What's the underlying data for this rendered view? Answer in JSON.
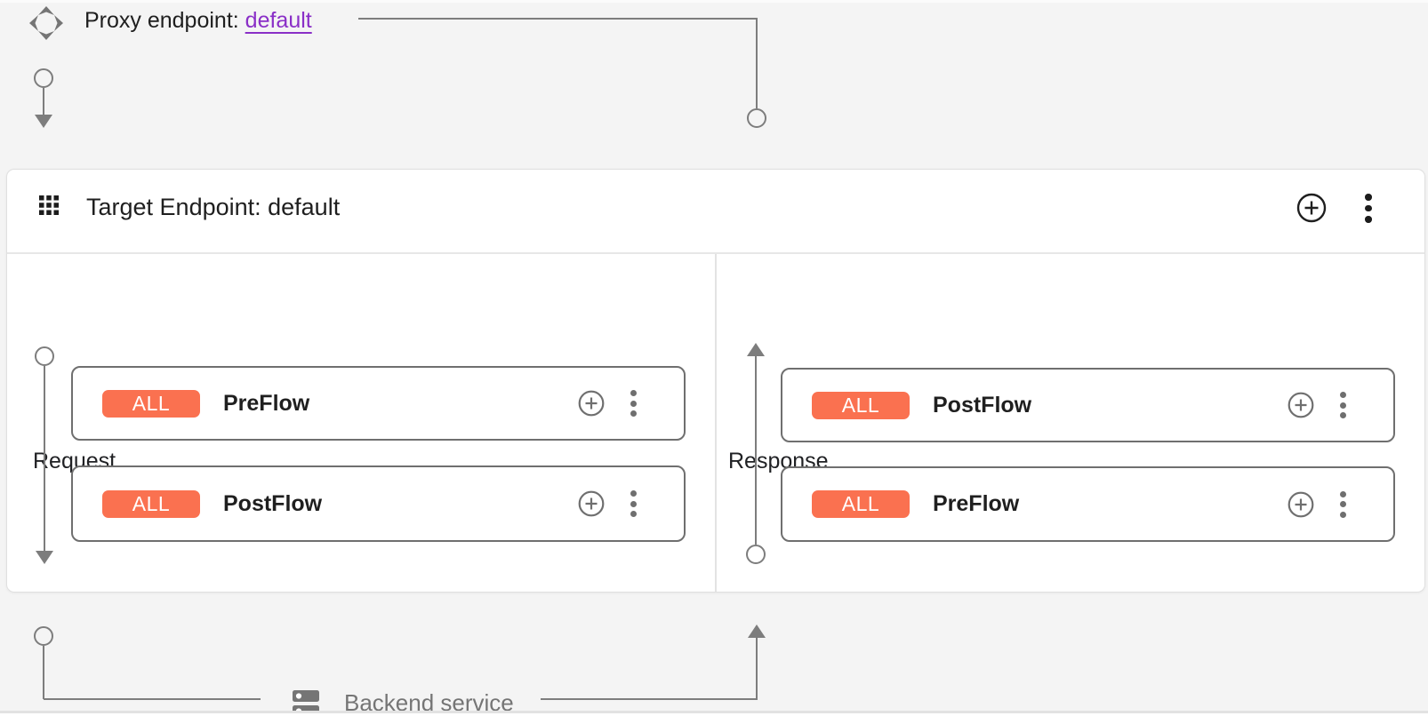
{
  "proxy_endpoint": {
    "label": "Proxy endpoint:",
    "link_text": "default"
  },
  "target_endpoint": {
    "title": "Target Endpoint: default",
    "request": {
      "label": "Request",
      "flows": [
        {
          "badge": "ALL",
          "name": "PreFlow"
        },
        {
          "badge": "ALL",
          "name": "PostFlow"
        }
      ]
    },
    "response": {
      "label": "Response",
      "flows": [
        {
          "badge": "ALL",
          "name": "PostFlow"
        },
        {
          "badge": "ALL",
          "name": "PreFlow"
        }
      ]
    }
  },
  "backend_service": {
    "label": "Backend service"
  },
  "icons": {
    "proxy_endpoint_icon": "four-diamond-arrows",
    "target_endpoint_icon": "apps-grid-3x3",
    "add_buttons": "plus-in-circle",
    "menu_buttons": "kebab-three-dots",
    "backend_service_icon": "dns-server-stack"
  },
  "colors": {
    "badge_bg": "#fa7150",
    "link_purple": "#8a2fc7",
    "connector_gray": "#7d7d7d",
    "background": "#f4f4f4",
    "flow_card_border": "#6f6f6f"
  }
}
